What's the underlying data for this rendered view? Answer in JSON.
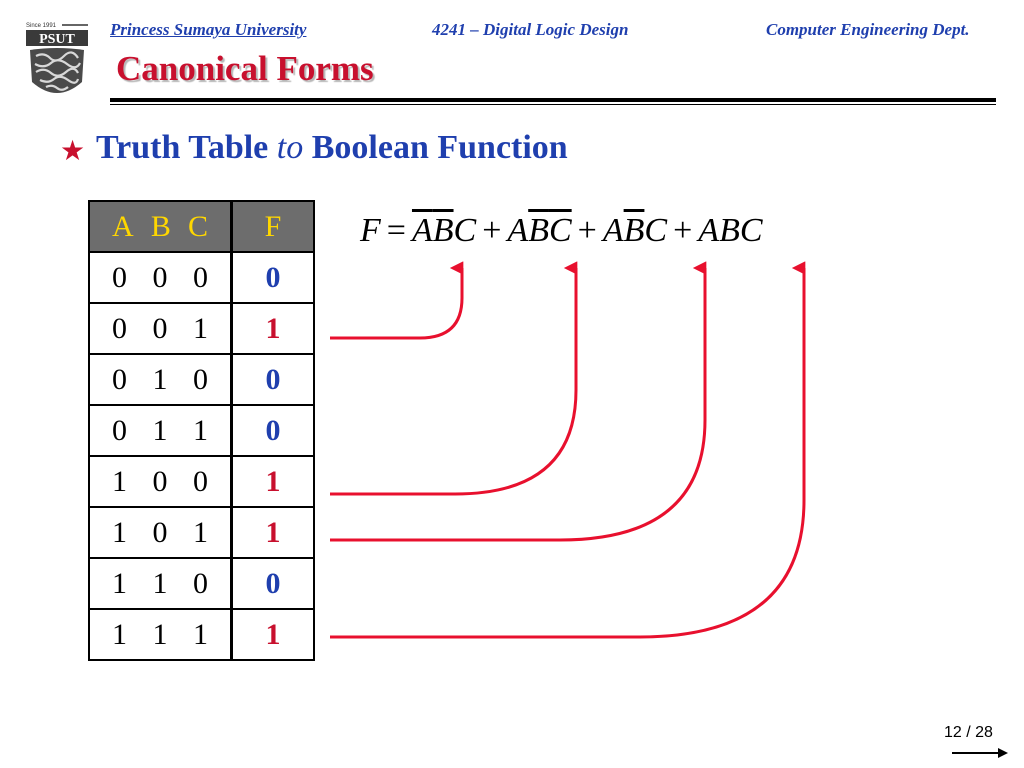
{
  "header": {
    "university": "Princess Sumaya University",
    "course": "4241 – Digital Logic Design",
    "department": "Computer Engineering Dept.",
    "logo_text": "PSUT",
    "logo_since": "Since 1991"
  },
  "slide": {
    "title": "Canonical Forms",
    "heading_part1": "Truth Table",
    "heading_italic": "to",
    "heading_part2": "Boolean Function"
  },
  "table": {
    "header_inputs": [
      "A",
      "B",
      "C"
    ],
    "header_output": "F",
    "rows": [
      {
        "inputs": [
          "0",
          "0",
          "0"
        ],
        "output": "0"
      },
      {
        "inputs": [
          "0",
          "0",
          "1"
        ],
        "output": "1"
      },
      {
        "inputs": [
          "0",
          "1",
          "0"
        ],
        "output": "0"
      },
      {
        "inputs": [
          "0",
          "1",
          "1"
        ],
        "output": "0"
      },
      {
        "inputs": [
          "1",
          "0",
          "0"
        ],
        "output": "1"
      },
      {
        "inputs": [
          "1",
          "0",
          "1"
        ],
        "output": "1"
      },
      {
        "inputs": [
          "1",
          "1",
          "0"
        ],
        "output": "0"
      },
      {
        "inputs": [
          "1",
          "1",
          "1"
        ],
        "output": "1"
      }
    ]
  },
  "equation": {
    "lhs": "F",
    "equals": "=",
    "terms": [
      {
        "literals": [
          {
            "v": "A",
            "bar": true
          },
          {
            "v": "B",
            "bar": true
          },
          {
            "v": "C",
            "bar": false
          }
        ]
      },
      {
        "literals": [
          {
            "v": "A",
            "bar": false
          },
          {
            "v": "B",
            "bar": true
          },
          {
            "v": "C",
            "bar": true
          }
        ]
      },
      {
        "literals": [
          {
            "v": "A",
            "bar": false
          },
          {
            "v": "B",
            "bar": true
          },
          {
            "v": "C",
            "bar": false
          }
        ]
      },
      {
        "literals": [
          {
            "v": "A",
            "bar": false
          },
          {
            "v": "B",
            "bar": false
          },
          {
            "v": "C",
            "bar": false
          }
        ]
      }
    ],
    "plus": "+"
  },
  "colors": {
    "header_blue": "#1f3fae",
    "title_red": "#c8102e",
    "arrow_red": "#e8102e",
    "zero_blue": "#1f3fae",
    "one_red": "#c8102e",
    "header_cell_bg": "#6d6d6d",
    "header_cell_text": "#ffd700"
  },
  "footer": {
    "page": "12 / 28"
  }
}
